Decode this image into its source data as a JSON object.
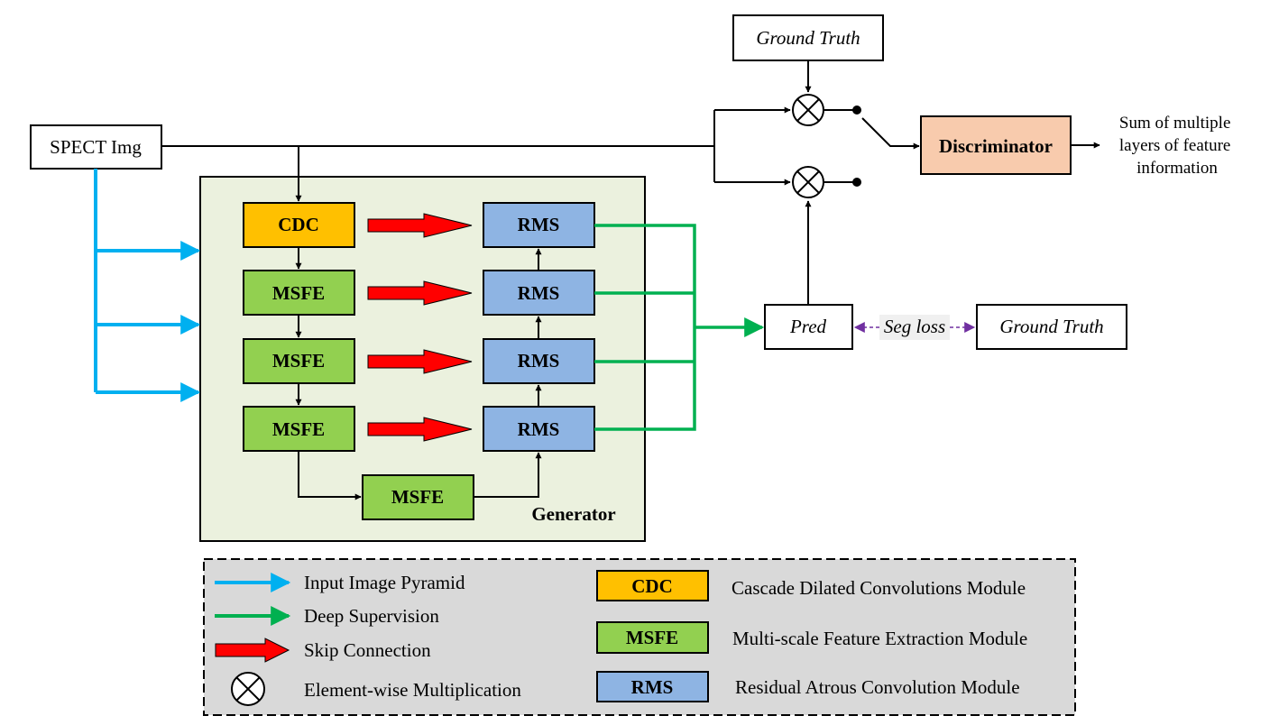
{
  "diagram": {
    "input": {
      "label": "SPECT Img"
    },
    "generator": {
      "label": "Generator",
      "encoder": [
        {
          "label": "CDC",
          "type": "cdc"
        },
        {
          "label": "MSFE",
          "type": "msfe"
        },
        {
          "label": "MSFE",
          "type": "msfe"
        },
        {
          "label": "MSFE",
          "type": "msfe"
        }
      ],
      "decoder": [
        {
          "label": "RMS",
          "type": "rms"
        },
        {
          "label": "RMS",
          "type": "rms"
        },
        {
          "label": "RMS",
          "type": "rms"
        },
        {
          "label": "RMS",
          "type": "rms"
        }
      ],
      "bottleneck": {
        "label": "MSFE",
        "type": "msfe"
      }
    },
    "pred": {
      "label": "Pred"
    },
    "seg_loss": {
      "label": "Seg loss"
    },
    "ground_truth_top": {
      "label": "Ground Truth"
    },
    "ground_truth_right": {
      "label": "Ground Truth"
    },
    "discriminator": {
      "label": "Discriminator"
    },
    "output_text": [
      "Sum of multiple",
      "layers of feature",
      "information"
    ]
  },
  "legend": {
    "lines": [
      {
        "label": "Input Image Pyramid",
        "icon": "blue-arrow"
      },
      {
        "label": "Deep Supervision",
        "icon": "green-arrow"
      },
      {
        "label": "Skip Connection",
        "icon": "red-block-arrow"
      },
      {
        "label": "Element-wise Multiplication",
        "icon": "circled-times"
      }
    ],
    "modules": [
      {
        "abbr": "CDC",
        "label": "Cascade Dilated Convolutions Module",
        "type": "cdc"
      },
      {
        "abbr": "MSFE",
        "label": "Multi-scale Feature Extraction Module",
        "type": "msfe"
      },
      {
        "abbr": "RMS",
        "label": "Residual Atrous Convolution Module",
        "type": "rms"
      }
    ]
  },
  "colors": {
    "cdc": "#ffc000",
    "msfe": "#92d050",
    "rms": "#8eb4e3",
    "discriminator": "#f8cbad",
    "generator_bg": "#ebf1de",
    "legend_bg": "#d9d9d9",
    "input_pyramid": "#00b0f0",
    "deep_supervision": "#00b050",
    "skip": "#ff0000",
    "seg_loss": "#7030a0"
  }
}
